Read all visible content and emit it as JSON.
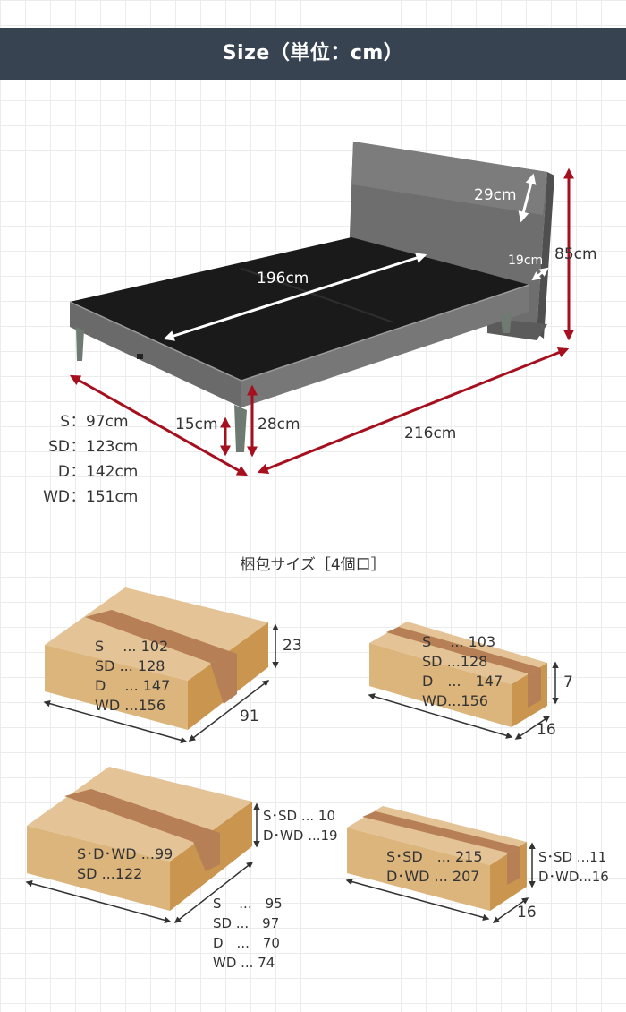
{
  "header": {
    "title": "Size（単位：cm）"
  },
  "bed_dims": {
    "length_mattress": "196cm",
    "headboard_upper": "29cm",
    "headboard_shelf": "19cm",
    "total_height": "85cm",
    "leg_height": "15cm",
    "frame_height": "28cm",
    "total_length": "216cm"
  },
  "width_list": [
    {
      "size": "S",
      "value": "97cm"
    },
    {
      "size": "SD",
      "value": "123cm"
    },
    {
      "size": "D",
      "value": "142cm"
    },
    {
      "size": "WD",
      "value": "151cm"
    }
  ],
  "packing": {
    "title": "梱包サイズ［4個口］",
    "box1": {
      "lines": [
        "S　 ... 102",
        "SD ... 128",
        "D　 ... 147",
        "WD ...156"
      ],
      "height": "23",
      "depth": "91"
    },
    "box2": {
      "lines": [
        "S　 ... 103",
        "SD ...128",
        "D　...　147",
        "WD...156"
      ],
      "height": "7",
      "depth": "16"
    },
    "box3": {
      "lines": [
        "S･D･WD ...99",
        "SD ...122"
      ],
      "height_lines": [
        "S･SD ... 10",
        "D･WD ...19"
      ],
      "depth_lines": [
        "S　 ...　95",
        "SD ...　97",
        "D　...　70",
        "WD ... 74"
      ]
    },
    "box4": {
      "lines": [
        "S･SD　... 215",
        "D･WD ... 207"
      ],
      "height_lines": [
        "S･SD ...11",
        "D･WD...16"
      ],
      "depth": "16"
    }
  },
  "colors": {
    "header_bg": "#374350",
    "arrow": "#a50f1e",
    "box_light": "#e4c497",
    "box_mid": "#d8ae72",
    "box_dark": "#c9954f",
    "tape": "#b67f56"
  }
}
